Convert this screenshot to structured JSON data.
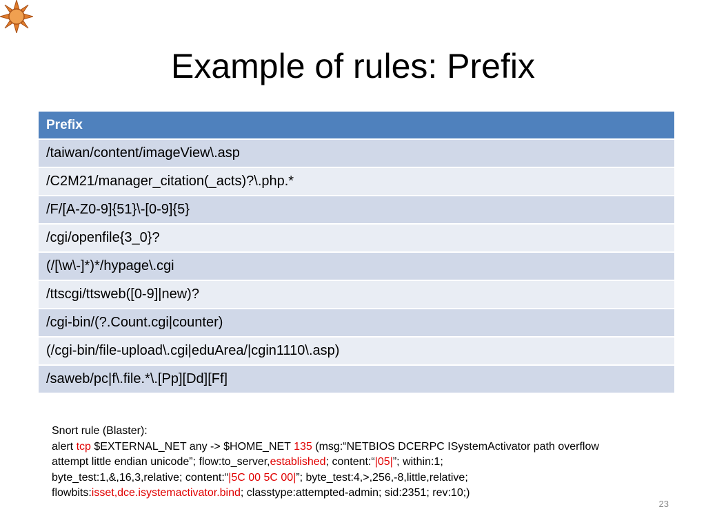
{
  "slide": {
    "title": "Example of rules: Prefix",
    "logo_icon": "sun-icon",
    "page_number": "23"
  },
  "table": {
    "header": "Prefix",
    "rows": [
      "/taiwan/content/imageView\\.asp",
      "/C2M21/manager_citation(_acts)?\\.php.*",
      "/F/[A-Z0-9]{51}\\-[0-9]{5}",
      "/cgi/openfile{3_0}?",
      "(/[\\w\\-]*)*/hypage\\.cgi",
      "/ttscgi/ttsweb([0-9]|new)?",
      "/cgi-bin/(?.Count.cgi|counter)",
      "(/cgi-bin/file-upload\\.cgi|eduArea/|cgin1110\\.asp)",
      "/saweb/pc|f\\.file.*\\.[Pp][Dd][Ff]"
    ]
  },
  "snort": {
    "heading": "Snort rule (Blaster):",
    "l1_a": "alert ",
    "l1_tcp": "tcp",
    "l1_b": " $EXTERNAL_NET any -> $HOME_NET ",
    "l1_port": "135",
    "l1_c": " (msg:“NETBIOS DCERPC ISystemActivator path overflow",
    "l2_a": "attempt little endian unicode”; flow:to_server,",
    "l2_established": "established",
    "l2_b": "; content:“",
    "l2_content": "|05|",
    "l2_c": "”; within:1;",
    "l3_a": "byte_test:1,&,16,3,relative; content:“",
    "l3_content": "|5C 00 5C 00|",
    "l3_b": "”; byte_test:4,>,256,-8,little,relative;",
    "l4_a": "flowbits:",
    "l4_flowbits": "isset,dce.isystemactivator.bind",
    "l4_b": "; classtype:attempted-admin; sid:2351; rev:10;)"
  },
  "colors": {
    "header_bg": "#4f81bd",
    "row_odd": "#d0d8e8",
    "row_even": "#e9edf4",
    "highlight": "#e00000",
    "logo": "#e07b2a"
  }
}
